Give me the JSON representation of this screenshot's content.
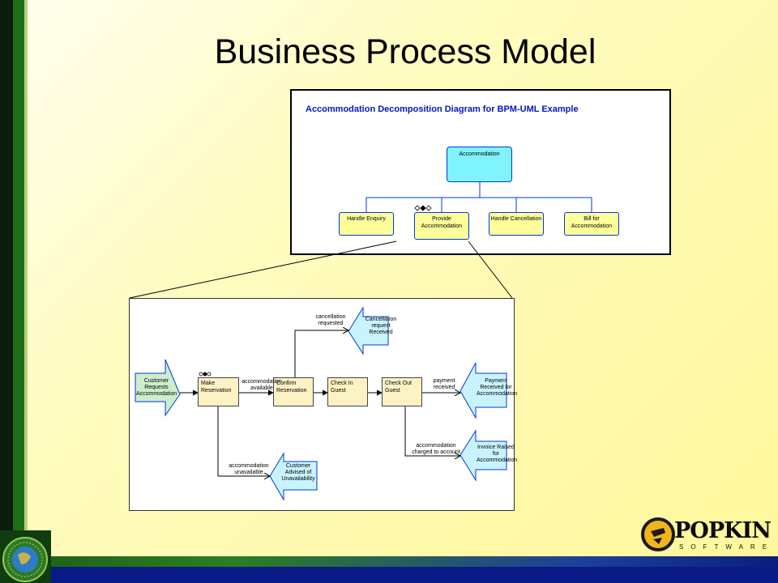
{
  "slide": {
    "title": "Business Process Model"
  },
  "decomposition": {
    "title": "Accommodation Decomposition Diagram for BPM-UML Example",
    "root": "Accommodation",
    "children": [
      "Handle Enquiry",
      "Provide Accommodation",
      "Handle Cancellation",
      "Bill for Accommodation"
    ]
  },
  "process": {
    "activities": [
      "Make Reservation",
      "Confirm Reservation",
      "Check In Guest",
      "Check Out Guest"
    ],
    "events_in": [
      "Customer Requests Accommodation"
    ],
    "events_out": [
      "Cancellation request Received",
      "Payment Received for Accommodation",
      "Invoice Raised for Accommodation",
      "Customer Advised of Unavailability"
    ],
    "flow_labels": [
      "accommodation available",
      "cancellation requested",
      "payment received",
      "accommodation charged to account",
      "accommodation unavailable"
    ]
  },
  "branding": {
    "company": "POPKIN",
    "tagline": "SOFTWARE"
  }
}
